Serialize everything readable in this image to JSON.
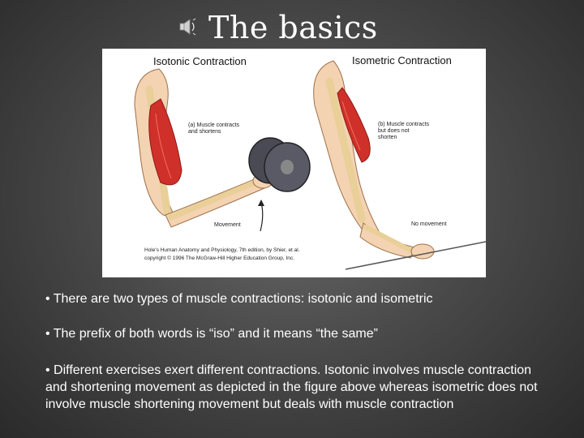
{
  "slide": {
    "title": "The basics",
    "icons": {
      "audio": "speaker-icon"
    }
  },
  "figure": {
    "isotonic_heading": "Isotonic Contraction",
    "isometric_heading": "Isometric Contraction",
    "isotonic_label_line1": "(a) Muscle contracts",
    "isotonic_label_line2": "and shortens",
    "isometric_label_line1": "(b) Muscle contracts",
    "isometric_label_line2": "but does not",
    "isometric_label_line3": "shorten",
    "movement_label": "Movement",
    "no_movement_label": "No movement",
    "credit_line1": "Hole's Human Anatomy and Physiology, 7th edition, by Shier, et al.",
    "credit_line2": "copyright © 1996 The McGraw-Hill Higher Education Group, Inc."
  },
  "bullets": [
    "• There are two types of muscle contractions: isotonic and isometric",
    "• The prefix of both words is “iso” and it means “the same”",
    "• Different exercises exert different contractions. Isotonic involves muscle contraction and shortening  movement as depicted in the figure above whereas isometric does not involve muscle shortening movement but deals with muscle contraction"
  ],
  "colors": {
    "background": "#4a4a4a",
    "text": "#ffffff",
    "muscle": "#d0302a",
    "bone": "#f0d9a8"
  }
}
